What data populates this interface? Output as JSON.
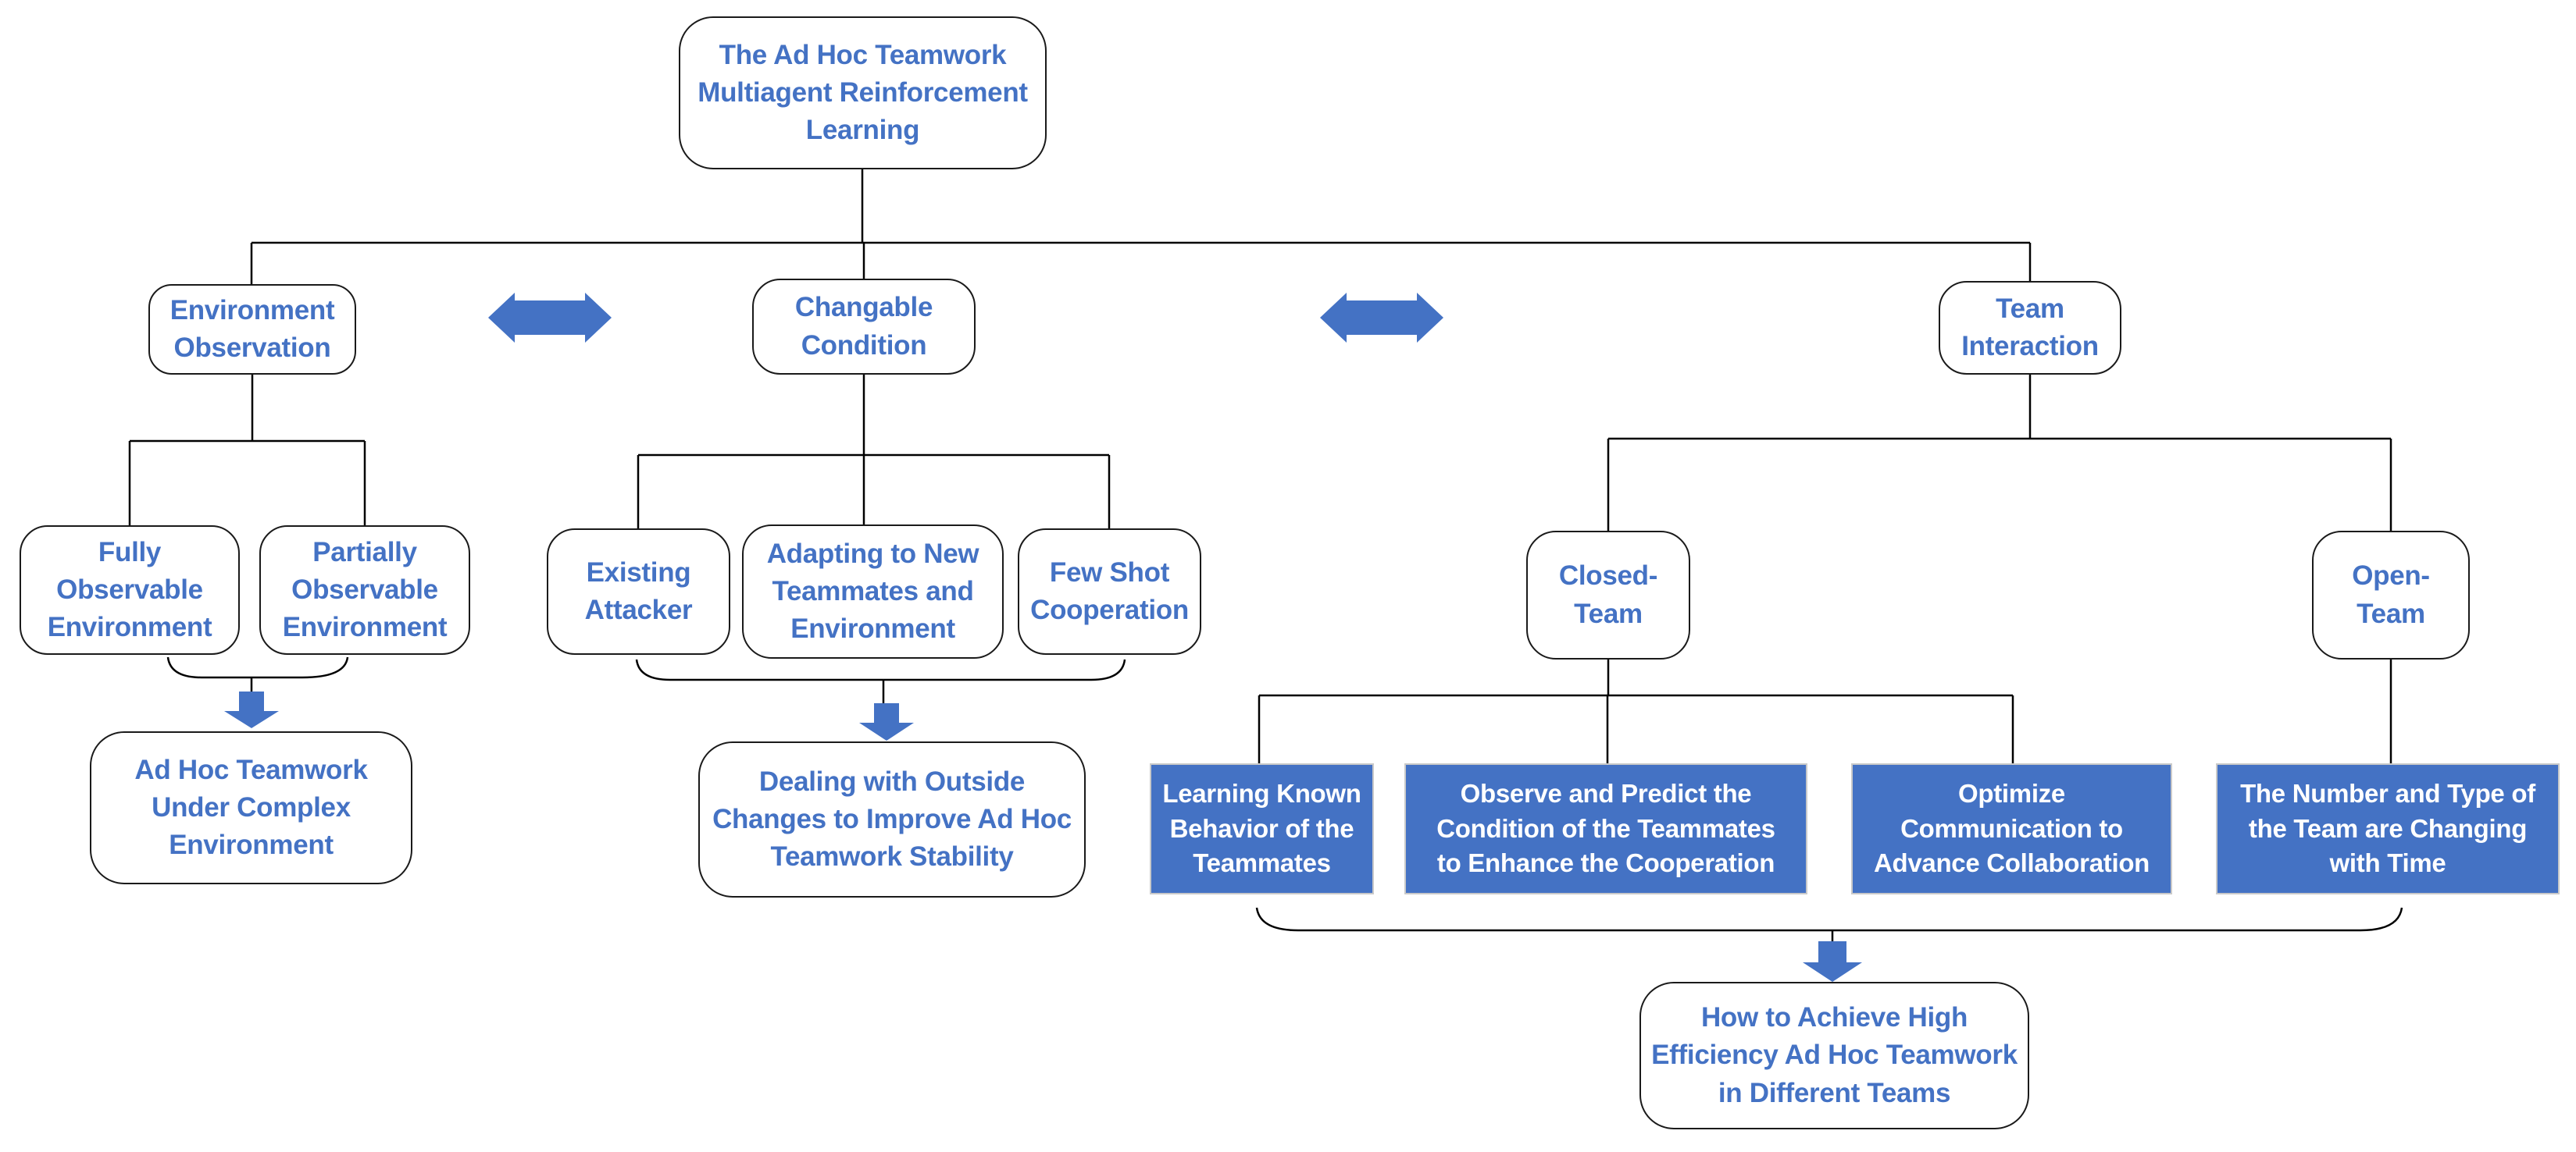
{
  "colors": {
    "accent_blue": "#4472C4",
    "outline_stroke": "#1a1a1a",
    "filled_node_text": "#FFFFFF",
    "connector": "#000000"
  },
  "diagram": {
    "root": {
      "label": "The Ad Hoc Teamwork\nMultiagent Reinforcement\nLearning"
    },
    "branches": [
      {
        "label": "Environment\nObservation",
        "children": [
          {
            "label": "Fully\nObservable\nEnvironment"
          },
          {
            "label": "Partially\nObservable\nEnvironment"
          }
        ],
        "conclusion": {
          "label": "Ad Hoc Teamwork\nUnder Complex\nEnvironment"
        }
      },
      {
        "label": "Changable\nCondition",
        "children": [
          {
            "label": "Existing\nAttacker"
          },
          {
            "label": "Adapting to New\nTeammates and\nEnvironment"
          },
          {
            "label": "Few Shot\nCooperation"
          }
        ],
        "conclusion": {
          "label": "Dealing with Outside\nChanges to Improve Ad Hoc\nTeamwork Stability"
        }
      },
      {
        "label": "Team\nInteraction",
        "children": [
          {
            "label": "Closed-\nTeam",
            "topics": [
              {
                "label": "Learning Known\nBehavior of the\nTeammates"
              },
              {
                "label": "Observe and Predict the\nCondition of the Teammates\nto Enhance the Cooperation"
              },
              {
                "label": "Optimize\nCommunication to\nAdvance Collaboration"
              }
            ]
          },
          {
            "label": "Open-\nTeam",
            "topics": [
              {
                "label": "The Number and Type of\nthe Team are Changing\nwith Time"
              }
            ]
          }
        ],
        "conclusion": {
          "label": "How to Achieve High\nEfficiency Ad Hoc Teamwork\nin Different Teams"
        }
      }
    ]
  }
}
